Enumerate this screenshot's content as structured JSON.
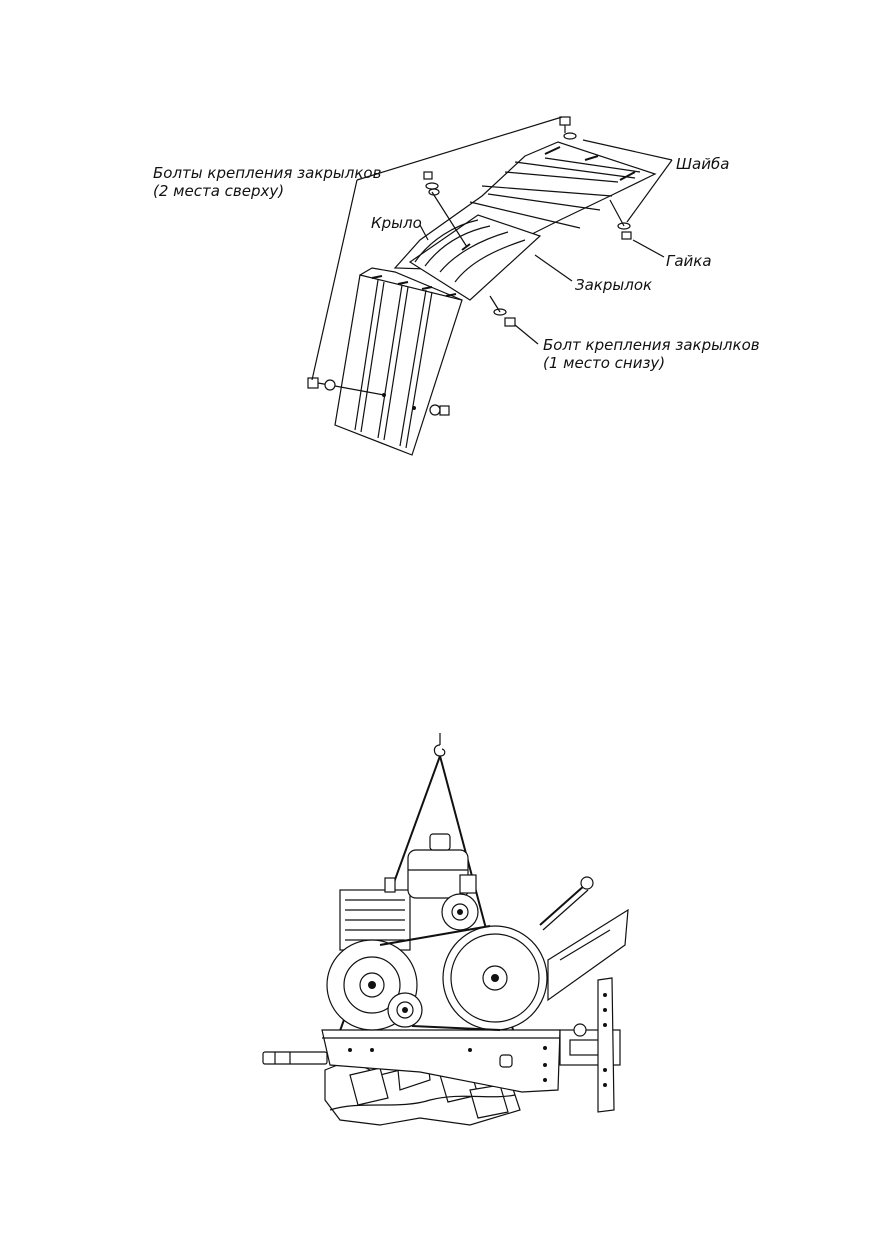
{
  "fender_diagram": {
    "labels": {
      "bolts_top_line1": "Болты крепления закрылков",
      "bolts_top_line2": "(2 места сверху)",
      "washer": "Шайба",
      "wing": "Крыло",
      "nut": "Гайка",
      "flap": "Закрылок",
      "bolt_bottom_line1": "Болт крепления закрылков",
      "bolt_bottom_line2": "(1 место снизу)"
    }
  },
  "lifting_diagram": {
    "labels": {}
  }
}
